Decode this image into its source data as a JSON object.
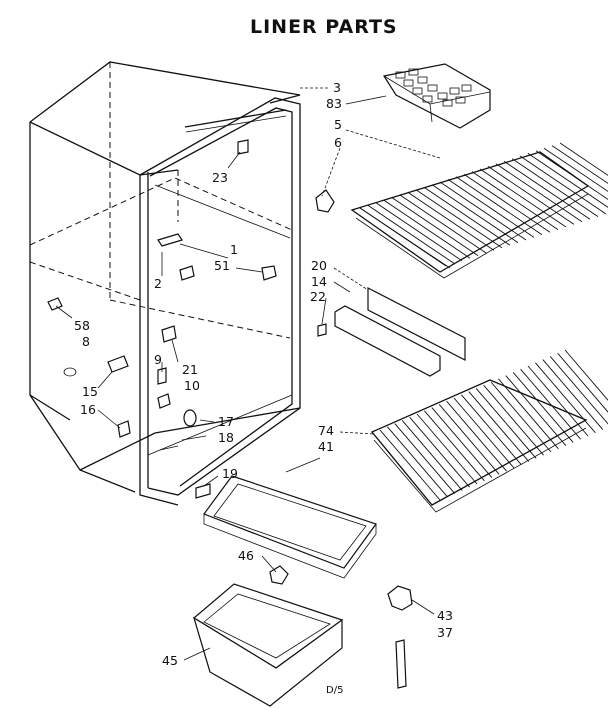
{
  "title": "LINER PARTS",
  "page_code": "D/5",
  "callouts": {
    "c3": "3",
    "c83": "83",
    "c5": "5",
    "c6": "6",
    "c23": "23",
    "c1": "1",
    "c51": "51",
    "c2": "2",
    "c20": "20",
    "c14": "14",
    "c22": "22",
    "c58": "58",
    "c8": "8",
    "c9": "9",
    "c21": "21",
    "c10": "10",
    "c15": "15",
    "c16": "16",
    "c17": "17",
    "c18": "18",
    "c74": "74",
    "c41": "41",
    "c19": "19",
    "c46": "46",
    "c43": "43",
    "c37": "37",
    "c45": "45"
  }
}
